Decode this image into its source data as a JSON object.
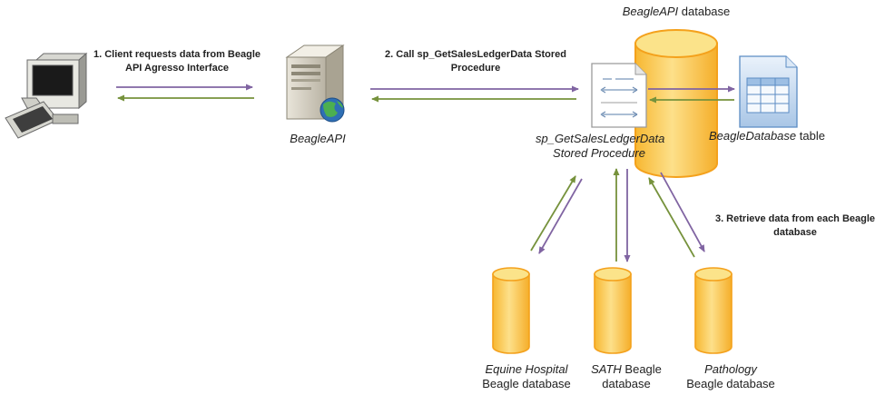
{
  "colors": {
    "arrow_purple": "#8064a2",
    "arrow_green": "#76923c",
    "db_fill": "#fccf52",
    "db_top": "#fbe38a",
    "db_stroke": "#f4a11c"
  },
  "icons": {
    "client": "computer-icon",
    "server": "server-icon",
    "procedure": "document-icon",
    "table": "table-icon",
    "database": "database-icon"
  },
  "labels": {
    "main_db_italic": "BeagleAPI",
    "main_db_suffix": " database",
    "beagle_api": "BeagleAPI",
    "sp_line1": "sp_GetSalesLedgerData",
    "sp_line2": "Stored Procedure",
    "table_italic": "BeagleDatabase",
    "table_suffix": " table",
    "equine_line1": "Equine Hospital",
    "equine_line2": "Beagle database",
    "sath_italic": "SATH",
    "sath_suffix": " Beagle",
    "sath_line2": "database",
    "pathology_line1": "Pathology",
    "pathology_line2": "Beagle database"
  },
  "steps": {
    "step1_line1": "1. Client requests data from Beagle",
    "step1_line2": "API Agresso Interface",
    "step2_line1": "2. Call sp_GetSalesLedgerData Stored",
    "step2_line2": "Procedure",
    "step3_line1": "3. Retrieve data from each Beagle",
    "step3_line2": "database"
  }
}
